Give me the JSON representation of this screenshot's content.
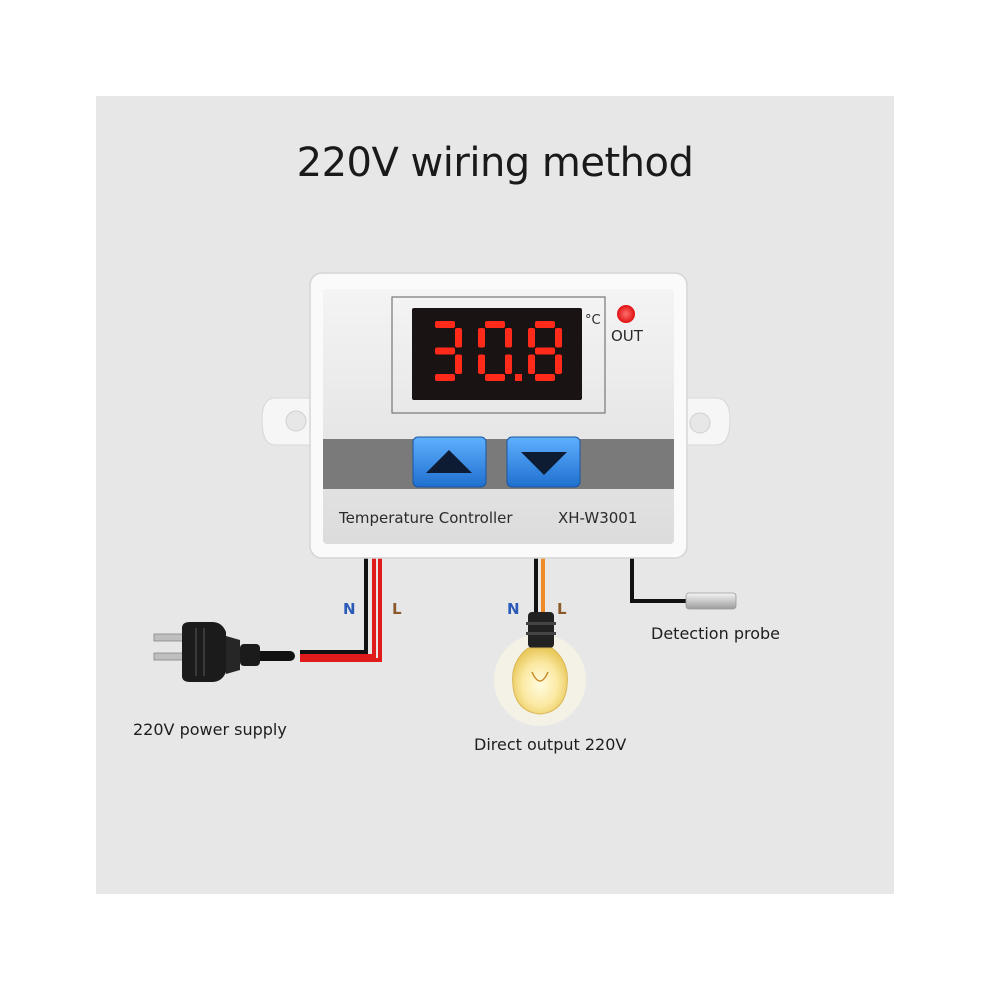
{
  "title": "220V wiring method",
  "controller": {
    "display_value": "30.8",
    "unit": "°C",
    "out_label": "OUT",
    "product_name": "Temperature Controller",
    "model": "XH-W3001",
    "up_button_icon": "up-triangle-icon",
    "down_button_icon": "down-triangle-icon"
  },
  "wire_labels": {
    "power_n": "N",
    "power_l": "L",
    "output_n": "N",
    "output_l": "L"
  },
  "captions": {
    "power_supply": "220V power supply",
    "direct_output": "Direct output 220V",
    "probe": "Detection probe"
  },
  "colors": {
    "background_panel": "#e7e7e7",
    "display_digits": "#ff2a1a",
    "led": "#ff3030",
    "button_blue": "#2f8ee8",
    "wire_red": "#e01b1b",
    "wire_orange": "#f08a24",
    "wire_black": "#111111"
  }
}
